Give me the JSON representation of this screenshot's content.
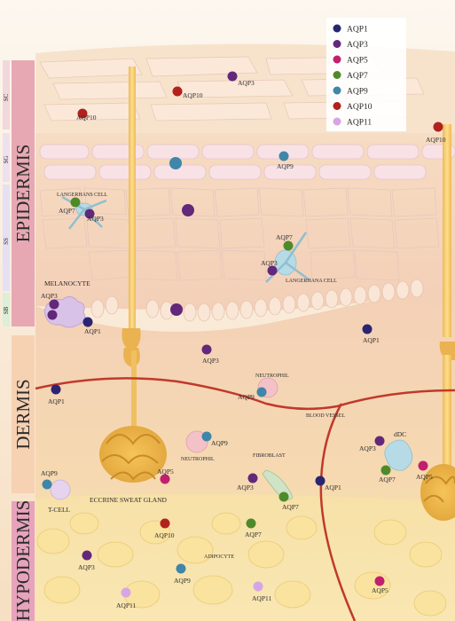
{
  "colors": {
    "AQP1": "#2a2472",
    "AQP3": "#62287a",
    "AQP5": "#c2206e",
    "AQP7": "#4f8a2a",
    "AQP9": "#3f86a8",
    "AQP10": "#b1221c",
    "AQP11": "#d6a6e4"
  },
  "legend": [
    "AQP1",
    "AQP3",
    "AQP5",
    "AQP7",
    "AQP9",
    "AQP10",
    "AQP11"
  ],
  "layers": {
    "epidermis": "EPIDERMIS",
    "dermis": "DERMIS",
    "hypodermis": "HYPODERMIS",
    "sc": "SC",
    "sg": "SG",
    "ss": "SS",
    "sb": "SB"
  },
  "cells": {
    "langerhans_left": "LANGERHANS CELL",
    "langerhans_right": "LANGERHANA CELL",
    "melanocyte": "MELANOCYTE",
    "neutrophil_top": "NEUTROPHIL",
    "neutrophil_mid": "NEUTROPHIL",
    "blood_vessel": "BLOOD VESSEL",
    "ddc": "dDC",
    "fibroblast": "FIBROBLAST",
    "tcell": "T-CELL",
    "eccrine": "ECCRINE SWEAT GLAND",
    "adipocyte": "ADIPOCYTE"
  },
  "markers": [
    {
      "type": "AQP3",
      "label": "AQP3"
    },
    {
      "type": "AQP10",
      "label": "AQP10"
    },
    {
      "type": "AQP10",
      "label": "AQP10"
    },
    {
      "type": "AQP10",
      "label": "AQP10"
    },
    {
      "type": "AQP9",
      "label": "AQP9"
    },
    {
      "type": "AQP9",
      "label": ""
    },
    {
      "type": "AQP7",
      "label": "AQP7"
    },
    {
      "type": "AQP3",
      "label": "AQP3"
    },
    {
      "type": "AQP3",
      "label": ""
    },
    {
      "type": "AQP7",
      "label": "AQP7"
    },
    {
      "type": "AQP3",
      "label": "AQP3"
    },
    {
      "type": "AQP3",
      "label": "AQP3"
    },
    {
      "type": "AQP1",
      "label": "AQP1"
    },
    {
      "type": "AQP3",
      "label": ""
    },
    {
      "type": "AQP3",
      "label": "AQP3"
    },
    {
      "type": "AQP3",
      "label": "AQP3"
    },
    {
      "type": "AQP1",
      "label": "AQP1"
    },
    {
      "type": "AQP9",
      "label": "AQP9"
    },
    {
      "type": "AQP1",
      "label": "AQP1"
    },
    {
      "type": "AQP9",
      "label": "AQP9"
    },
    {
      "type": "AQP3",
      "label": "AQP3"
    },
    {
      "type": "AQP7",
      "label": "AQP7"
    },
    {
      "type": "AQP5",
      "label": "AQP5"
    },
    {
      "type": "AQP1",
      "label": "AQP1"
    },
    {
      "type": "AQP9",
      "label": "AQP9"
    },
    {
      "type": "AQP5",
      "label": "AQP5"
    },
    {
      "type": "AQP3",
      "label": "AQP3"
    },
    {
      "type": "AQP7",
      "label": "AQP7"
    },
    {
      "type": "AQP10",
      "label": "AQP10"
    },
    {
      "type": "AQP7",
      "label": "AQP7"
    },
    {
      "type": "AQP3",
      "label": "AQP3"
    },
    {
      "type": "AQP9",
      "label": "AQP9"
    },
    {
      "type": "AQP11",
      "label": "AQP11"
    },
    {
      "type": "AQP11",
      "label": "AQP11"
    },
    {
      "type": "AQP5",
      "label": "AQP5"
    }
  ]
}
